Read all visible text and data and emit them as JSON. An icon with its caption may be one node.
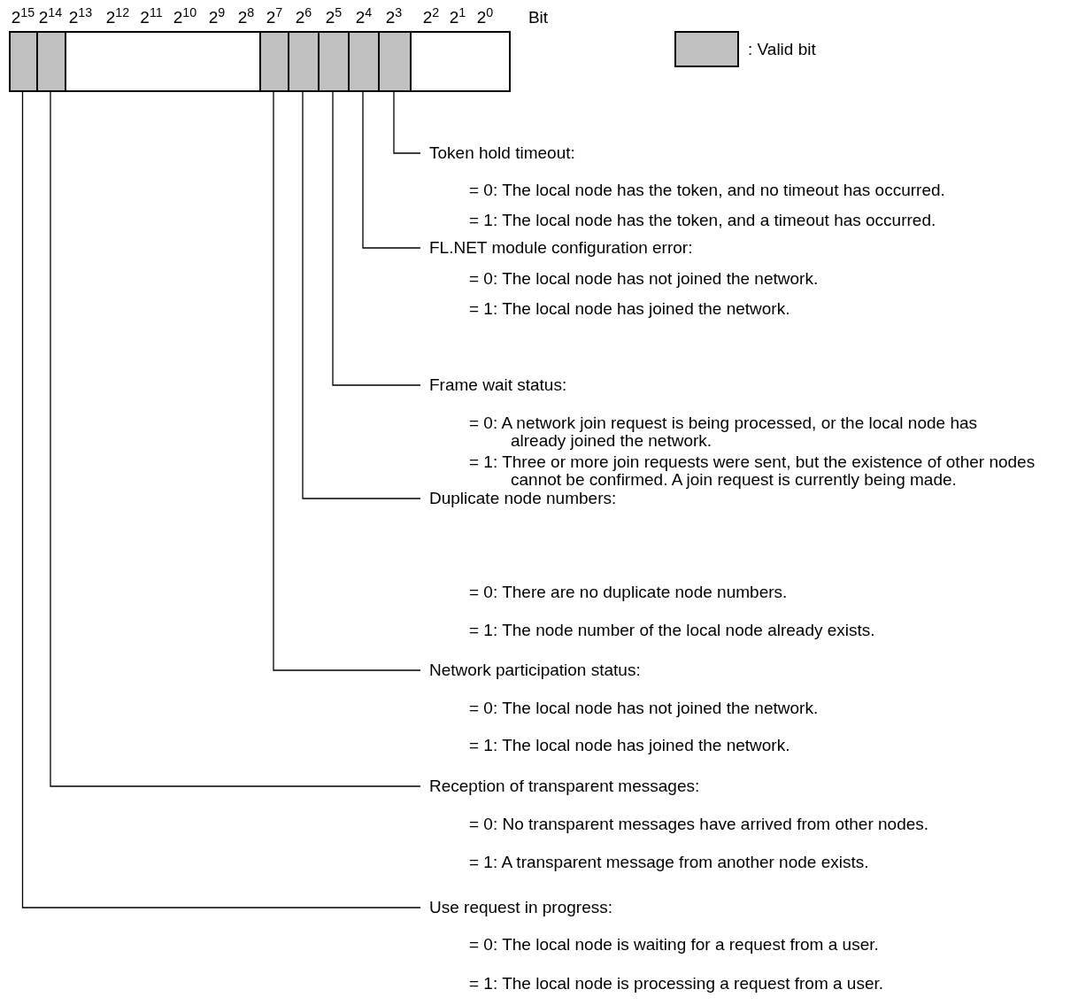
{
  "diagram": {
    "nodes": [
      {
        "text": [],
        "shape": "box"
      },
      {
        "text": [],
        "shape": "box"
      },
      {
        "text": [],
        "shape": "box"
      },
      {
        "text": [],
        "shape": "box"
      },
      {
        "text": [],
        "shape": "box"
      },
      {
        "text": [],
        "shape": "box"
      },
      {
        "text": [],
        "shape": "box"
      },
      {
        "text": [
          "Token hold timeout:",
          "= 0: The local node has the token, and no timeout has occurred.",
          "= 1: The local node has the token, and a timeout has occurred."
        ]
      },
      {
        "text": [
          "FL.NET module configuration error:",
          "= 0: The local node has not joined the network.",
          "= 1: The local node has joined the network."
        ]
      },
      {
        "text": [
          "Frame wait status:",
          "= 0: A network join request is being processed, or the local node has already joined the network.",
          "= 1: Three or more join requests were sent, but the existence of other nodes cannot be confirmed. A join request is currently being made."
        ]
      },
      {
        "text": [
          "Duplicate node numbers:",
          "= 0: There are no duplicate node numbers.",
          "= 1: The node number of the local node already exists."
        ]
      },
      {
        "text": [
          "Network participation status:",
          "= 0: The local node has not joined the network.",
          "= 1: The local node has joined the network."
        ]
      },
      {
        "text": [
          "Reception of transparent messages:",
          "= 0: No transparent messages have arrived from other nodes.",
          "= 1: A transparent message from another node exists."
        ]
      },
      {
        "text": [
          "Use request in progress:",
          "= 0: The local node is waiting for a request from a user.",
          "= 1: The local node is processing a request from a user."
        ]
      }
    ],
    "edges": [
      {
        "from": 7,
        "to": 6,
        "arrow": "none"
      },
      {
        "from": 8,
        "to": 5,
        "arrow": "none"
      },
      {
        "from": 9,
        "to": 4,
        "arrow": "none"
      },
      {
        "from": 10,
        "to": 3,
        "arrow": "none"
      },
      {
        "from": 11,
        "to": 2,
        "arrow": "none"
      },
      {
        "from": 12,
        "to": 1,
        "arrow": "none"
      },
      {
        "from": 13,
        "to": 0,
        "arrow": "none"
      }
    ],
    "labels": [
      "2$^{15}$",
      "2$^{14}$",
      "2$^{13}$",
      "2$^{12}$",
      "2$^{11}$",
      "2$^{10}$",
      "2$^{9}$",
      "2$^{8}$",
      "2$^{7}$",
      "2$^{6}$",
      "2$^{5}$",
      "2$^{4}$",
      "2$^{3}$",
      "2$^{2}$",
      "2$^{1}$",
      "2$^{0}$",
      "Bit"
    ],
    "legend": [
      {
        "text": ": Valid bit",
        "color": "#c0c0c0"
      }
    ]
  }
}
